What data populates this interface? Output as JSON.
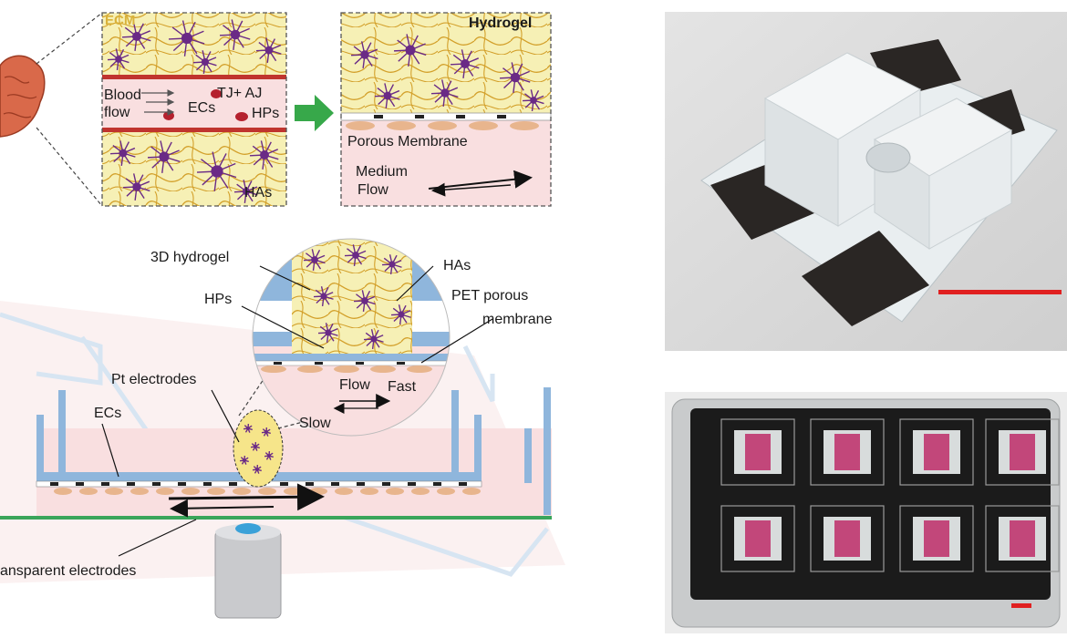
{
  "top_left_inset": {
    "ecm": "ECM",
    "blood": "Blood",
    "flow": "flow",
    "tj_label": "TJ+ AJ",
    "ecs": "ECs",
    "hps": "HPs",
    "has": "HAs"
  },
  "top_right_inset": {
    "hydrogel": "Hydrogel",
    "porous_membrane": "Porous Membrane",
    "medium": "Medium",
    "flow": "Flow"
  },
  "main_diagram": {
    "hydrogel_3d": "3D hydrogel",
    "has": "HAs",
    "hps": "HPs",
    "pet_line1": "PET porous",
    "pet_line2": "membrane",
    "pt_electrodes": "Pt electrodes",
    "ecs": "ECs",
    "flow": "Flow",
    "fast": "Fast",
    "slow": "Slow",
    "transparent_electrodes": "ansparent electrodes"
  },
  "colors": {
    "ecm_text": "#d9b23a",
    "astro": "#6a2a86",
    "hp_red": "#b5212e",
    "pink_bg": "#f9dfe0",
    "yellow_bg": "#f6f0b5",
    "channel_blue": "#8fb6dc",
    "green_arrow": "#37a84a",
    "scale_red": "#e02020"
  }
}
